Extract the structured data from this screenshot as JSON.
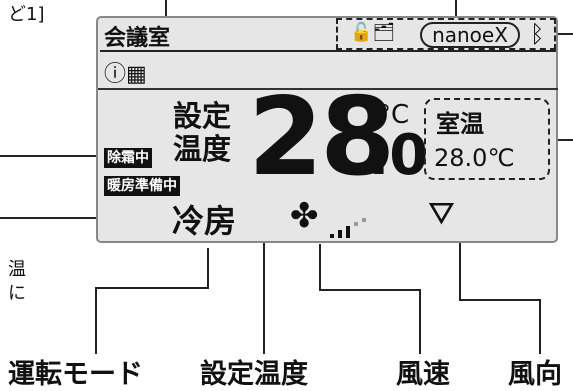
{
  "top_left_fragment": "ど1]",
  "display": {
    "title": "会議室",
    "nanoe_label": "nanoeX",
    "bluetooth_icon": "bluetooth-icon",
    "lock_icon": "lock-icon",
    "info_icon": "info-icon",
    "grid_icon": "grid-icon",
    "set_temp_label": "設定温度",
    "set_temp_whole": "28",
    "set_temp_decimal": ".0",
    "temp_unit": "°C",
    "room_temp_label": "室温",
    "room_temp_value": "28.0℃",
    "badge_defrost": "除霜中",
    "badge_heat_prep": "暖房準備中",
    "mode": "冷房",
    "fan_icon": "fan-icon",
    "fan_speed_level": 3,
    "fan_speed_max": 5,
    "louver_icon": "louver-icon"
  },
  "side_fragments": {
    "line1": "温",
    "line2": "に"
  },
  "callouts": {
    "mode_label": "運転モード",
    "set_temp_label": "設定温度",
    "fan_speed_label": "風速",
    "direction_label": "風向"
  }
}
